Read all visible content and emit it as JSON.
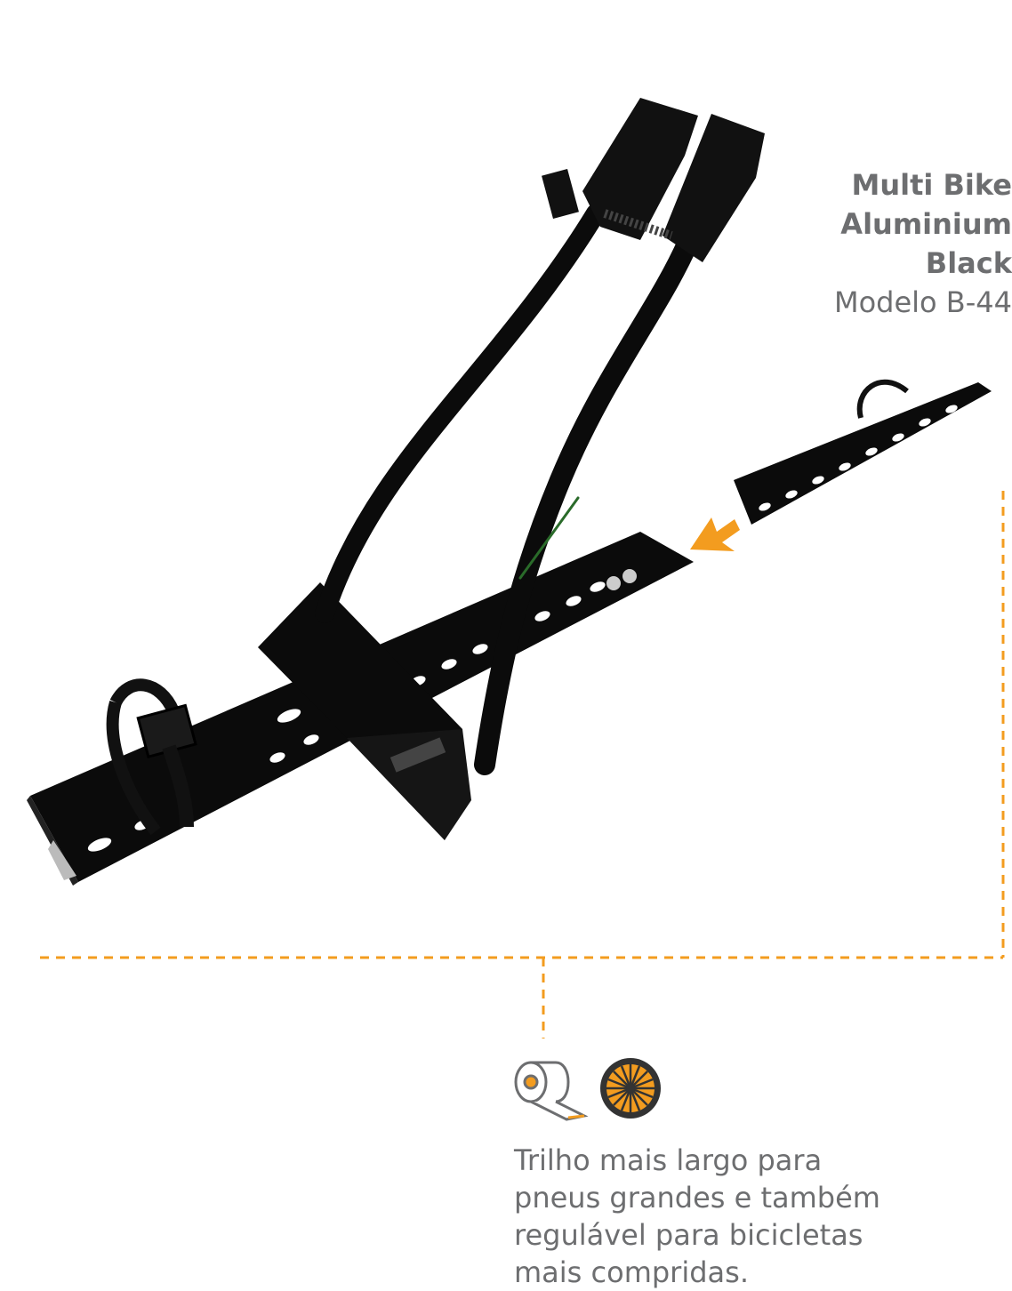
{
  "title": {
    "line1": "Multi Bike",
    "line2": "Aluminium",
    "line3": "Black",
    "model": "Modelo B-44"
  },
  "feature": {
    "icons": [
      "tape-measure-icon",
      "wheel-icon"
    ],
    "text_lines": [
      "Trilho mais largo para",
      "pneus grandes e também",
      "regulável para bicicletas",
      "mais compridas."
    ]
  },
  "colors": {
    "accent": "#f39c1f",
    "text": "#6d6e70",
    "product": "#111111"
  }
}
